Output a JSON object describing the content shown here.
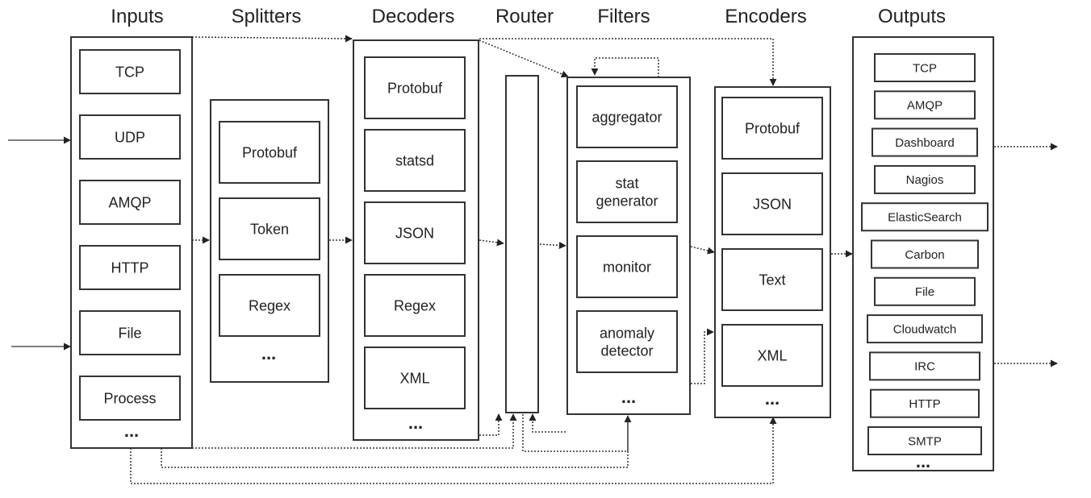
{
  "columns": {
    "inputs": {
      "title": "Inputs",
      "items": [
        "TCP",
        "UDP",
        "AMQP",
        "HTTP",
        "File",
        "Process"
      ],
      "more": "..."
    },
    "splitters": {
      "title": "Splitters",
      "items": [
        "Protobuf",
        "Token",
        "Regex"
      ],
      "more": "..."
    },
    "decoders": {
      "title": "Decoders",
      "items": [
        "Protobuf",
        "statsd",
        "JSON",
        "Regex",
        "XML"
      ],
      "more": "..."
    },
    "router": {
      "title": "Router"
    },
    "filters": {
      "title": "Filters",
      "items": [
        [
          "aggregator"
        ],
        [
          "stat",
          "generator"
        ],
        [
          "monitor"
        ],
        [
          "anomaly",
          "detector"
        ]
      ],
      "more": "..."
    },
    "encoders": {
      "title": "Encoders",
      "items": [
        "Protobuf",
        "JSON",
        "Text",
        "XML"
      ],
      "more": "..."
    },
    "outputs": {
      "title": "Outputs",
      "items": [
        "TCP",
        "AMQP",
        "Dashboard",
        "Nagios",
        "ElasticSearch",
        "Carbon",
        "File",
        "Cloudwatch",
        "IRC",
        "HTTP",
        "SMTP"
      ],
      "more": "..."
    }
  }
}
